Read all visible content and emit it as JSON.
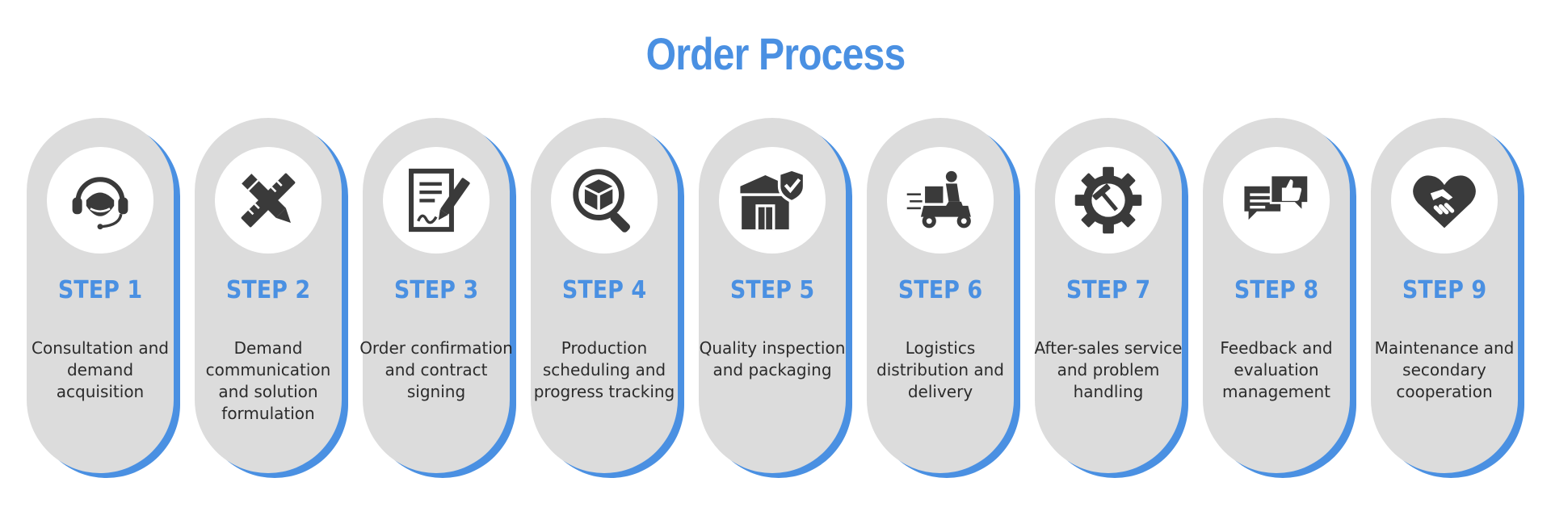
{
  "title": "Order Process",
  "colors": {
    "accent": "#4a90e2",
    "pill": "#dcdcdc",
    "icon": "#3a3a3a"
  },
  "steps": [
    {
      "label": "STEP 1",
      "desc": "Consultation and demand acquisition",
      "icon": "headset-agent-icon"
    },
    {
      "label": "STEP 2",
      "desc": "Demand communication and solution formulation",
      "icon": "pencil-ruler-icon"
    },
    {
      "label": "STEP 3",
      "desc": "Order confirmation and contract signing",
      "icon": "contract-sign-icon"
    },
    {
      "label": "STEP 4",
      "desc": "Production scheduling and progress tracking",
      "icon": "box-magnifier-icon"
    },
    {
      "label": "STEP 5",
      "desc": "Quality inspection and packaging",
      "icon": "warehouse-check-icon"
    },
    {
      "label": "STEP 6",
      "desc": "Logistics distribution and delivery",
      "icon": "delivery-scooter-icon"
    },
    {
      "label": "STEP 7",
      "desc": "After-sales service and problem handling",
      "icon": "gear-hammer-icon"
    },
    {
      "label": "STEP 8",
      "desc": "Feedback and evaluation management",
      "icon": "chat-thumbs-up-icon"
    },
    {
      "label": "STEP 9",
      "desc": "Maintenance and secondary cooperation",
      "icon": "heart-handshake-icon"
    }
  ]
}
